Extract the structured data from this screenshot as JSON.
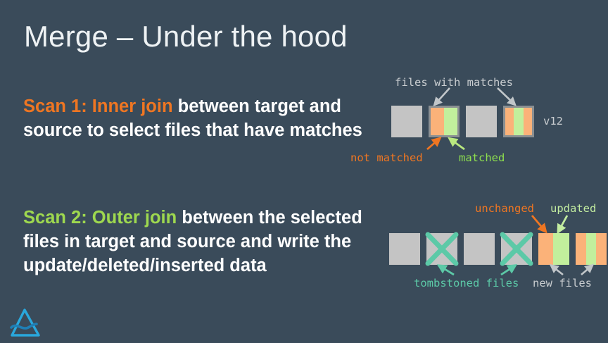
{
  "slide": {
    "title": "Merge – Under the hood",
    "background_color": "#3a4b5a"
  },
  "colors": {
    "accent_orange": "#ef7622",
    "accent_green": "#9ed84f",
    "teal": "#5cc9a7",
    "gray_text": "#c9cdd0",
    "block_gray": "#c4c4c4",
    "block_orange": "#fbb279",
    "block_green": "#c2ef9c",
    "block_border": "#8a8f92",
    "title_text": "#eef2f4",
    "body_text": "#ffffff",
    "logo_blue": "#1aa3d6"
  },
  "body": {
    "scan1": {
      "highlight": "Scan 1: Inner join",
      "rest": " between target and source to select files that have matches",
      "highlight_color": "#ef7622"
    },
    "scan2": {
      "highlight": "Scan 2: Outer join",
      "rest": " between the selected files in target and source and write the update/deleted/inserted data",
      "highlight_color": "#9ed84f"
    }
  },
  "diagram_top": {
    "caption": "files with matches",
    "version_label": "v12",
    "label_not_matched": "not matched",
    "label_matched": "matched",
    "blocks": [
      {
        "name": "file-1",
        "bordered": false,
        "segments": [
          "gray"
        ]
      },
      {
        "name": "file-2",
        "bordered": true,
        "segments": [
          "orange",
          "green"
        ]
      },
      {
        "name": "file-3",
        "bordered": false,
        "segments": [
          "gray"
        ]
      },
      {
        "name": "file-4",
        "bordered": true,
        "segments": [
          "orange",
          "green",
          "orange"
        ]
      }
    ]
  },
  "diagram_bottom": {
    "label_unchanged": "unchanged",
    "label_updated": "updated",
    "label_tombstoned": "tombstoned files",
    "label_new_files": "new files",
    "blocks": [
      {
        "name": "file-1",
        "tombstoned": false,
        "segments": [
          "gray"
        ]
      },
      {
        "name": "file-2",
        "tombstoned": true,
        "segments": [
          "gray"
        ]
      },
      {
        "name": "file-3",
        "tombstoned": false,
        "segments": [
          "gray"
        ]
      },
      {
        "name": "file-4",
        "tombstoned": true,
        "segments": [
          "gray"
        ]
      },
      {
        "name": "file-5",
        "tombstoned": false,
        "segments": [
          "orange",
          "green"
        ]
      },
      {
        "name": "file-6",
        "tombstoned": false,
        "segments": [
          "orange",
          "green",
          "orange"
        ]
      }
    ]
  },
  "logo": {
    "name": "delta-lake-logo"
  }
}
